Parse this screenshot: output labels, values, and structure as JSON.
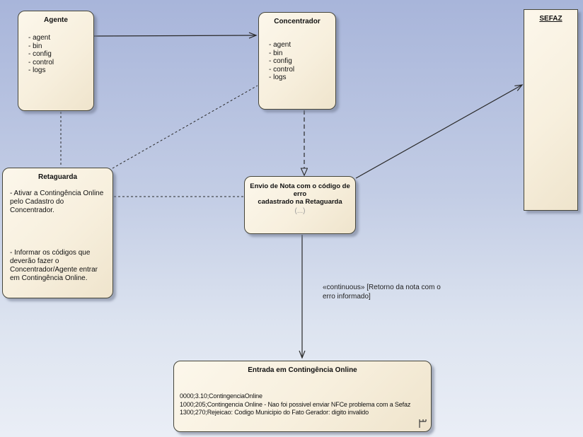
{
  "diagram": {
    "background_top": "#a8b5da",
    "background_bottom": "#eaeef6",
    "node_fill": "#f7efdd",
    "node_border": "#45453a",
    "line_color": "#2a2a2a"
  },
  "nodes": {
    "agente": {
      "title": "Agente",
      "items": [
        "- agent",
        "- bin",
        "- config",
        "- control",
        "- logs"
      ]
    },
    "concentrador": {
      "title": "Concentrador",
      "items": [
        "- agent",
        "- bin",
        "- config",
        "- control",
        "- logs"
      ]
    },
    "sefaz": {
      "title": "SEFAZ"
    },
    "retaguarda": {
      "title": "Retaguarda",
      "paragraph1": "- Ativar a Contingência Online\npelo Cadastro do\nConcentrador.",
      "paragraph2": "- Informar os códigos que\ndeverão fazer o\nConcentrador/Agente entrar\nem Contingência Online."
    },
    "envio": {
      "title": "Envio de Nota com o código de erro\ncadastrado na Retaguarda",
      "subtitle": "(...)"
    },
    "entrada": {
      "title": "Entrada em Contingência Online",
      "lines": [
        "0000;3.10;ContingenciaOnline",
        "1000;205;Contingencia Online - Nao foi possivel enviar NFCe problema com a Sefaz",
        "1300;270;Rejeicao: Codigo Municipio do Fato Gerador: digito invalido"
      ]
    }
  },
  "labels": {
    "continuous": "«continuous» [Retorno da nota com o\nerro informado]"
  }
}
